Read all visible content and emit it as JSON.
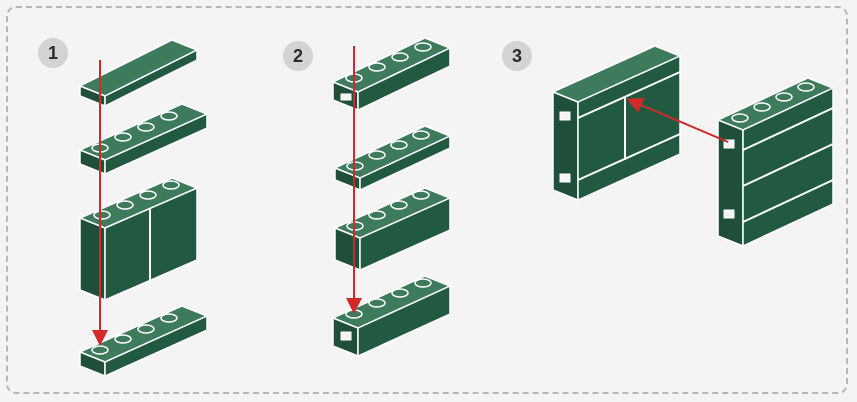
{
  "steps": [
    {
      "number": "1"
    },
    {
      "number": "2"
    },
    {
      "number": "3"
    }
  ],
  "colors": {
    "brick_face": "#215a40",
    "brick_top": "#3e7b5c",
    "brick_outline": "#ffffff",
    "arrow": "#d22a2a",
    "badge": "#d3d3d3",
    "frame_border": "#b8b8b8"
  }
}
